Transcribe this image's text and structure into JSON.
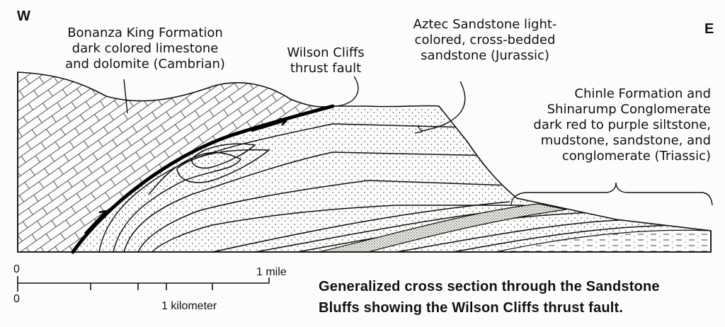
{
  "compass": {
    "west": "W",
    "east": "E"
  },
  "labels": {
    "bonanza": [
      "Bonanza King Formation",
      "dark colored limestone",
      "and dolomite (Cambrian)"
    ],
    "wilson": [
      "Wilson Cliffs",
      "thrust fault"
    ],
    "aztec": [
      "Aztec Sandstone light-",
      "colored, cross-bedded",
      "sandstone (Jurassic)"
    ],
    "chinle": [
      "Chinle Formation and",
      "Shinarump Conglomerate",
      "dark red to purple siltstone,",
      "mudstone, sandstone, and",
      "conglomerate (Triassic)"
    ]
  },
  "scale": {
    "top_zero": "0",
    "top_end": "1 mile",
    "bottom_zero": "0",
    "bottom_label": "1 kilometer"
  },
  "caption": [
    "Generalized cross section through the Sandstone",
    "Bluffs showing the Wilson Cliffs thrust fault."
  ],
  "colors": {
    "ink": "#111111",
    "paper": "#fcfcfa"
  }
}
